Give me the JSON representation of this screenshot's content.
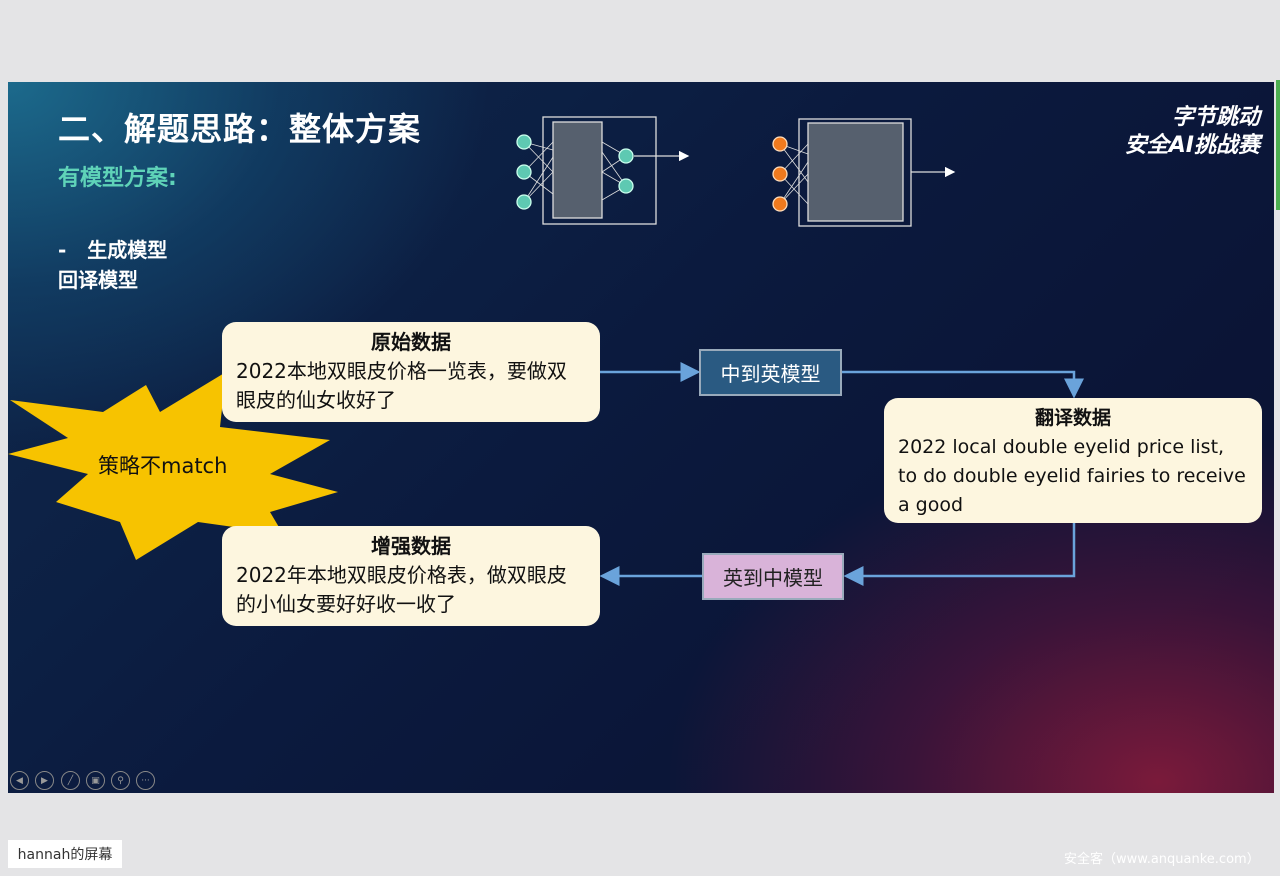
{
  "slide": {
    "title": "二、解题思路：整体方案",
    "subtitle": "有模型方案:",
    "bullet1": "-   生成模型",
    "bullet2": "回译模型",
    "logo_line1": "字节跳动",
    "logo_line2": "安全AI挑战赛",
    "original": {
      "title": "原始数据",
      "text": "2022本地双眼皮价格一览表，要做双眼皮的仙女收好了"
    },
    "zh_en_model": "中到英模型",
    "translated": {
      "title": "翻译数据",
      "text": "2022 local double eyelid price list, to do double eyelid fairies to receive a good"
    },
    "en_zh_model": "英到中模型",
    "augmented": {
      "title": "增强数据",
      "text": "2022年本地双眼皮价格表，做双眼皮的小仙女要好好收一收了"
    },
    "starburst": "策略不match",
    "colors": {
      "zh_en": "#2a5a82",
      "en_zh": "#d9b3d9",
      "card": "#fdf6df",
      "arrow": "#6aa3db",
      "star": "#f7c300"
    }
  },
  "controls": [
    "previous-icon",
    "next-icon",
    "pen-icon",
    "slides-icon",
    "zoom-icon",
    "more-icon"
  ],
  "screen_label": "hannah的屏幕",
  "watermark": "安全客（www.anquanke.com）"
}
